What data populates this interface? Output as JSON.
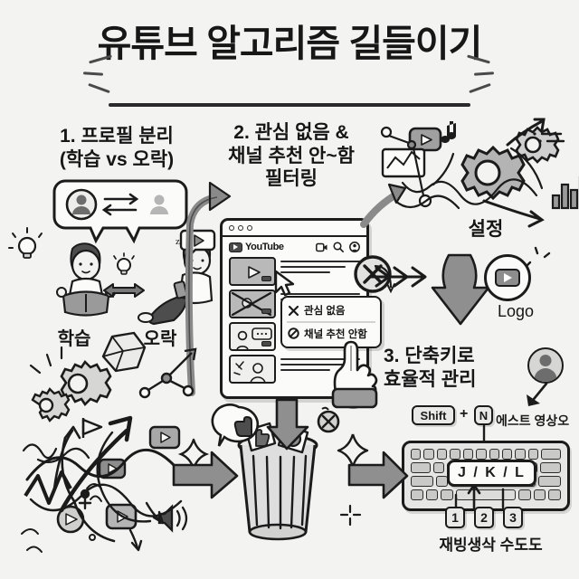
{
  "meta": {
    "background_color": "#f3f3f2",
    "ink_color": "#1b1b1b",
    "accent_gray": "#8d8d8d"
  },
  "title": {
    "text": "유튜브 알고리즘 길들이기"
  },
  "sections": [
    {
      "id": "profile-separation",
      "heading": "1. 프로필 분리\n(학습 vs 오락)",
      "heading_line1": "1. 프로필 분리",
      "heading_line2": "(학습 vs 오락)",
      "captions": {
        "left": "학습",
        "right": "오락"
      },
      "bubble_icon": "swap-arrows-icon"
    },
    {
      "id": "filtering",
      "heading_line1": "2. 관심 없음 &",
      "heading_line2": "채널 추천 안~함",
      "heading_line3": "필터링",
      "browser": {
        "brand": "YouTube",
        "header_icons": [
          "video-camera-icon",
          "search-icon",
          "account-icon"
        ],
        "video_rows": [
          {
            "style": "dark",
            "marked": false
          },
          {
            "style": "dark",
            "marked": true
          },
          {
            "style": "light",
            "marked": false
          },
          {
            "style": "light",
            "marked": false
          }
        ]
      },
      "context_menu": {
        "items": [
          {
            "icon": "x-icon",
            "label": "관심 없음"
          },
          {
            "icon": "block-icon",
            "label": "채널 추천 안함"
          }
        ]
      }
    },
    {
      "id": "shortcuts",
      "heading_line1": "3. 단축키로",
      "heading_line2": "효율적 관리",
      "shortcut": {
        "modifier": "Shift",
        "plus": "+",
        "key": "N",
        "description": "에스트 영상오"
      },
      "keycap_combo": "J / K / L",
      "number_keys": [
        "1",
        "2",
        "3"
      ],
      "keyboard_caption": "재빙생삭 수도도"
    }
  ],
  "labels": {
    "settings": "설정",
    "logo": "Logo"
  },
  "doodles": {
    "items": [
      "gear-icon",
      "lightbulb-icon",
      "play-button-icon",
      "bar-chart-icon",
      "line-chart-icon",
      "music-note-icon",
      "speaker-icon",
      "thumbs-down-icon",
      "thumbs-up-icon",
      "trash-can-icon",
      "sparkle-icon",
      "arrow-icon"
    ]
  }
}
